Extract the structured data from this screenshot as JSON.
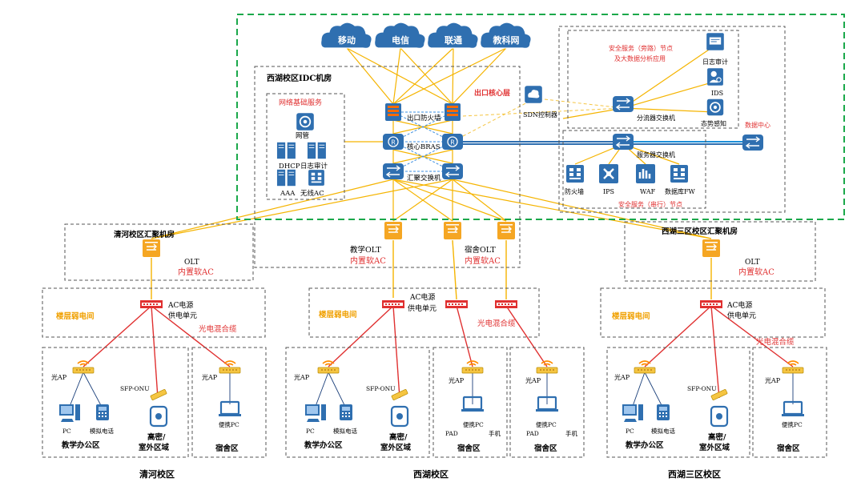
{
  "colors": {
    "uplink": "#f5b400",
    "fiber": "#e03030",
    "core_dash": "#3d8fe0",
    "dc_link": "#2f6fb0",
    "green_border": "#1aa84a",
    "box_border": "#555555",
    "red_text": "#e03030",
    "orange_text": "#f0a000",
    "icon_blue": "#2f6fb0"
  },
  "isp": {
    "mobile": "移动",
    "telecom": "电信",
    "unicom": "联通",
    "cernet": "教科网"
  },
  "idc": {
    "title": "西湖校区IDC机房",
    "egress_layer": "出口核心层",
    "egress_firewall": "出口防火墙",
    "core_bras": "核心BRAS",
    "aggregation_switch": "汇聚交换机",
    "sdn": "SDN控制器",
    "network_services": {
      "title": "网络基础服务",
      "nms": "网管",
      "dhcp": "DHCP",
      "log_audit": "日志审计",
      "aaa": "AAA",
      "wireless_ac": "无线AC"
    },
    "bypass": {
      "title_line1": "安全服务（旁路）节点",
      "title_line2": "及大数据分析应用",
      "log_audit": "日志审计",
      "ids": "IDS",
      "situational": "态势感知",
      "splitter_switch": "分流器交换机"
    },
    "serial": {
      "title": "安全服务（串行）节点",
      "server_switch": "服务器交换机",
      "firewall": "防火墙",
      "ips": "IPS",
      "waf": "WAF",
      "db_fw": "数据库FW"
    },
    "data_center": "数据中心"
  },
  "olt": {
    "teaching_olt": "教学OLT",
    "dorm_olt": "宿舍OLT",
    "builtin_ac": "内置软AC",
    "olt": "OLT"
  },
  "campuses": {
    "qinghe": {
      "name": "清河校区",
      "room": "清河校区汇聚机房"
    },
    "xihu": {
      "name": "西湖校区"
    },
    "xihu3": {
      "name": "西湖三区校区",
      "room": "西湖三区校区汇聚机房"
    }
  },
  "access": {
    "floor_room": "楼层弱电间",
    "ac_power_1": "AC电源",
    "ac_power_2": "供电单元",
    "hybrid_cable": "光电混合缆",
    "optical_ap": "光AP",
    "sfp_onu": "SFP-ONU",
    "pc": "PC",
    "analog_phone": "模拟电话",
    "laptop": "便携PC",
    "pad": "PAD",
    "mobile": "手机",
    "teaching_office": "教学办公区",
    "high_density_1": "高密/",
    "high_density_2": "室外区域",
    "dorm": "宿舍区"
  }
}
